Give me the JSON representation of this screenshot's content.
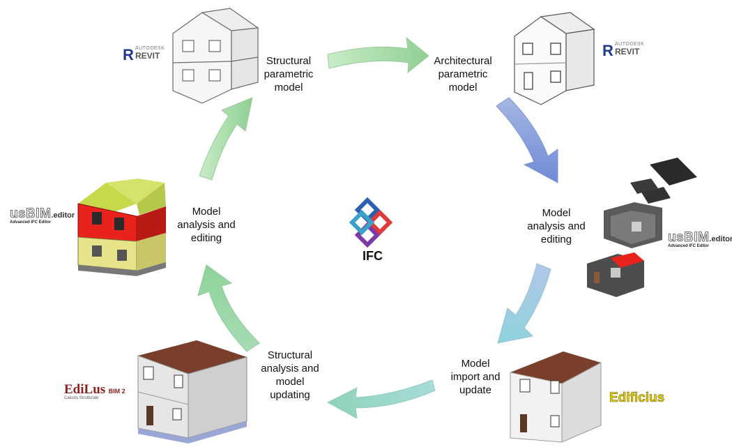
{
  "labels": {
    "structural_parametric": [
      "Structural",
      "parametric",
      "model"
    ],
    "architectural_parametric": [
      "Architectural",
      "parametric",
      "model"
    ],
    "analysis_right": [
      "Model",
      "analysis and",
      "editing"
    ],
    "import_update": [
      "Model",
      "import and",
      "update"
    ],
    "structural_analysis": [
      "Structural",
      "analysis and",
      "model",
      "updating"
    ],
    "analysis_left": [
      "Model",
      "analysis and",
      "editing"
    ]
  },
  "logos": {
    "revit_small": "AUTODESK",
    "revit_big": "REVIT",
    "usbim_main": "usBIM",
    "usbim_suffix": ".editor",
    "usbim_sub": "Advanced IFC Editor",
    "edilus_main": "EdiLus",
    "edilus_badge": "BIM 2",
    "edilus_sub": "Calcolo Strutturale",
    "edificius": "Edificius",
    "ifc": "IFC"
  },
  "colors": {
    "arrow_green": "#a8dcaa",
    "arrow_blue": "#8fa6da",
    "arrow_teal": "#9fd4dc",
    "roof_brown": "#7a3f2a",
    "red_wall": "#e8231c",
    "yellow_wall": "#e6e38a",
    "dark_model": "#4a4a4a"
  }
}
